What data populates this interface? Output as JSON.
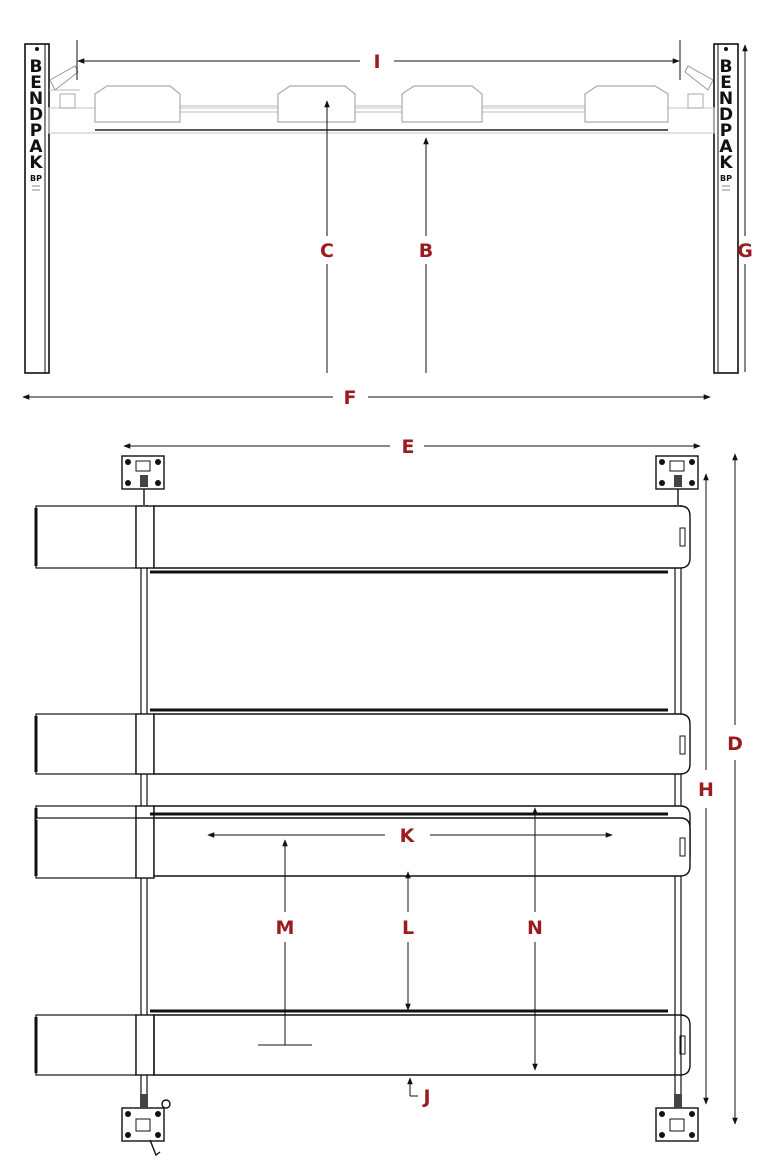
{
  "brand": {
    "letters": [
      "B",
      "E",
      "N",
      "D",
      "P",
      "A",
      "K"
    ],
    "mark": "BP"
  },
  "labels": {
    "I": "I",
    "C": "C",
    "B": "B",
    "G": "G",
    "F": "F",
    "E": "E",
    "D": "D",
    "H": "H",
    "K": "K",
    "M": "M",
    "L": "L",
    "N": "N",
    "J": "J"
  },
  "colors": {
    "label": "#9b1b1f",
    "line": "#111111",
    "frame": "#d0d0d0"
  }
}
